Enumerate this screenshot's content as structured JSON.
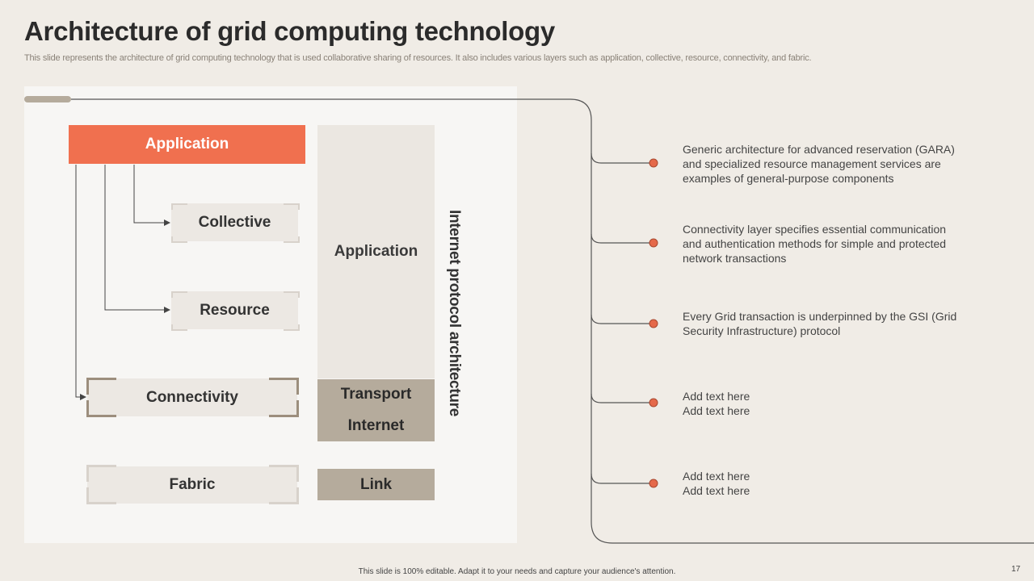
{
  "slide": {
    "title": "Architecture of grid computing technology",
    "subtitle": "This slide represents the architecture of grid computing technology that is used collaborative sharing of resources. It also includes various layers such as application, collective, resource, connectivity,  and fabric.",
    "footer": "This slide is 100% editable.  Adapt it to your needs and capture your audience's attention.",
    "page_number": "17"
  },
  "grid_layers": {
    "application": "Application",
    "collective": "Collective",
    "resource": "Resource",
    "connectivity": "Connectivity",
    "fabric": "Fabric"
  },
  "protocol_stack": {
    "application": "Application",
    "transport": "Transport",
    "internet": "Internet",
    "link": "Link",
    "label": "Internet protocol architecture"
  },
  "descriptions": [
    {
      "line1": "Generic architecture for advanced reservation (GARA)",
      "line2": "and specialized resource management services are",
      "line3": "examples of general-purpose components"
    },
    {
      "line1": "Connectivity layer specifies essential communication",
      "line2": "and authentication methods for simple and protected",
      "line3": "network transactions"
    },
    {
      "line1": "Every Grid transaction is underpinned by the GSI (Grid",
      "line2": "Security Infrastructure) protocol",
      "line3": ""
    },
    {
      "line1": "Add text here",
      "line2": "Add text here",
      "line3": ""
    },
    {
      "line1": "Add text here",
      "line2": "Add text here",
      "line3": ""
    }
  ],
  "colors": {
    "accent": "#f0704f",
    "background": "#f0ece6",
    "panel": "#f7f6f4",
    "tan": "#b5ab9c",
    "dot": "#e5694a"
  }
}
